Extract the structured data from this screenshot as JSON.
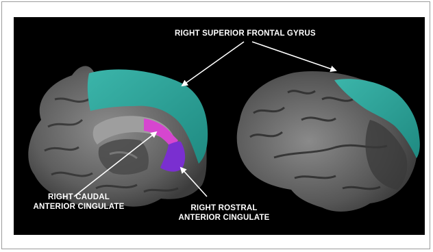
{
  "figure": {
    "label_top": "RIGHT SUPERIOR FRONTAL GYRUS",
    "label_left": [
      "RIGHT CAUDAL",
      "ANTERIOR CINGULATE"
    ],
    "label_right": [
      "RIGHT ROSTRAL",
      "ANTERIOR CINGULATE"
    ]
  },
  "colors": {
    "superior_frontal": "#2a9e94",
    "caudal_anterior_cingulate": "#d646cf",
    "rostral_anterior_cingulate": "#7a2fd0",
    "cortex": "#6f6f6f",
    "background": "#000000"
  }
}
